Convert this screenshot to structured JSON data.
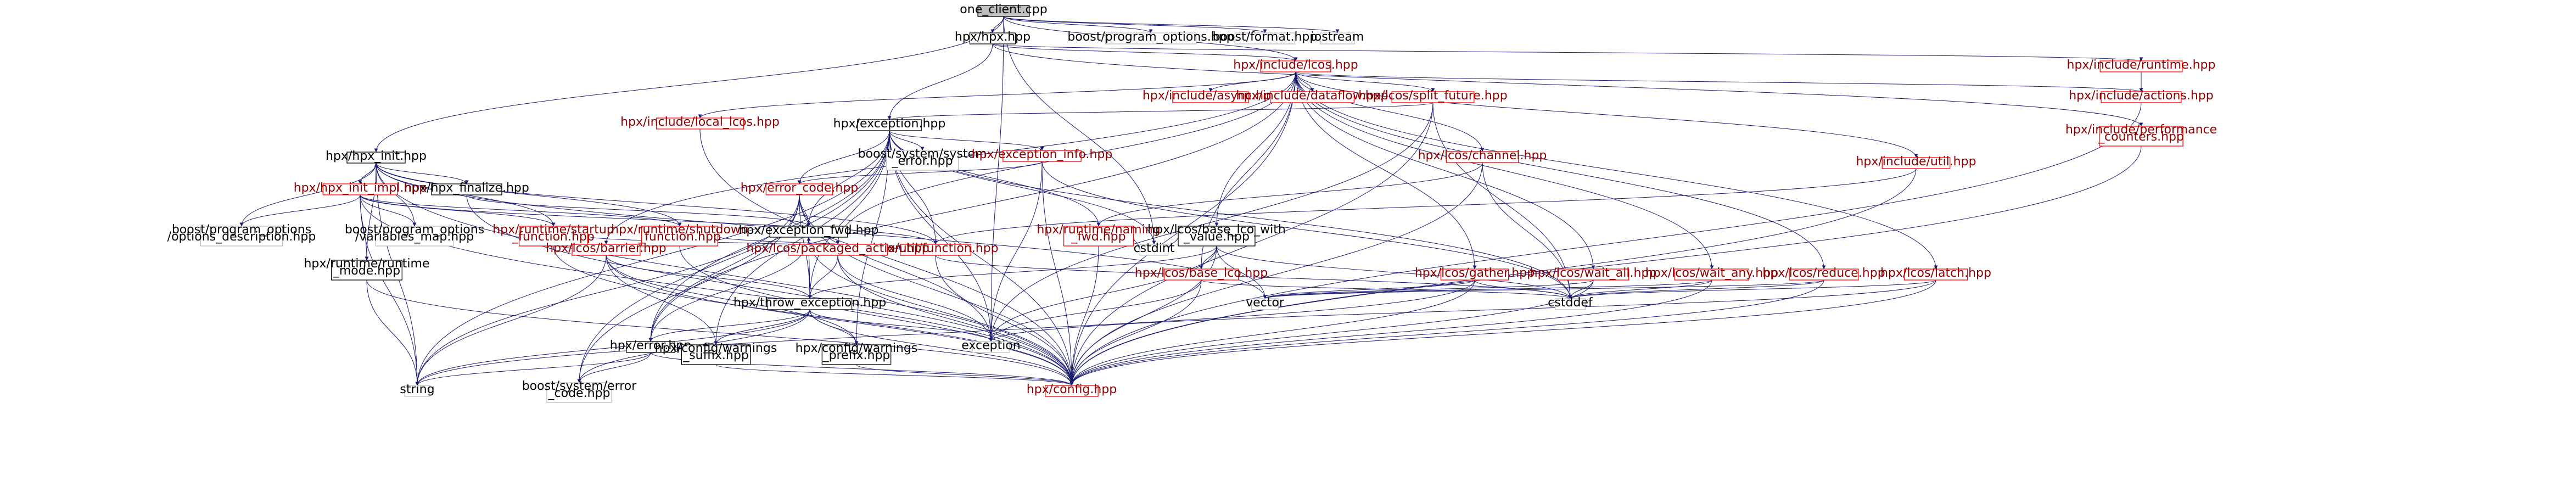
{
  "diagram": {
    "colors": {
      "edge": "#191970",
      "root_fill": "#bfbfbf",
      "root_stroke": "#000000",
      "normal_stroke": "#000000",
      "link_stroke": "#ff0000",
      "link_text": "#8b0000",
      "external_stroke": "#bfbfbf",
      "text": "#000000"
    },
    "nodes": [
      {
        "id": "root",
        "label": "one_client.cpp",
        "kind": "root"
      },
      {
        "id": "hpx_hpp",
        "label": "hpx/hpx.hpp",
        "kind": "normal"
      },
      {
        "id": "boost_po",
        "label": "boost/program_options.hpp",
        "kind": "external"
      },
      {
        "id": "boost_format",
        "label": "boost/format.hpp",
        "kind": "external"
      },
      {
        "id": "iostream",
        "label": "iostream",
        "kind": "external"
      },
      {
        "id": "lcos_hpp",
        "label": "hpx/include/lcos.hpp",
        "kind": "link"
      },
      {
        "id": "runtime_hpp",
        "label": "hpx/include/runtime.hpp",
        "kind": "link"
      },
      {
        "id": "async_hpp",
        "label": "hpx/include/async.hpp",
        "kind": "link"
      },
      {
        "id": "dataflow_hpp",
        "label": "hpx/include/dataflow.hpp",
        "kind": "link"
      },
      {
        "id": "split_future",
        "label": "hpx/lcos/split_future.hpp",
        "kind": "link"
      },
      {
        "id": "actions_hpp",
        "label": "hpx/include/actions.hpp",
        "kind": "link"
      },
      {
        "id": "perf_counters",
        "label": [
          "hpx/include/performance",
          "_counters.hpp"
        ],
        "kind": "link"
      },
      {
        "id": "local_lcos",
        "label": "hpx/include/local_lcos.hpp",
        "kind": "link"
      },
      {
        "id": "exception_hpp",
        "label": "hpx/exception.hpp",
        "kind": "normal"
      },
      {
        "id": "boost_syserr",
        "label": [
          "boost/system/system",
          "_error.hpp"
        ],
        "kind": "external"
      },
      {
        "id": "exception_info",
        "label": "hpx/exception_info.hpp",
        "kind": "link"
      },
      {
        "id": "channel_hpp",
        "label": "hpx/lcos/channel.hpp",
        "kind": "link"
      },
      {
        "id": "util_hpp",
        "label": "hpx/include/util.hpp",
        "kind": "link"
      },
      {
        "id": "hpx_init",
        "label": "hpx/hpx_init.hpp",
        "kind": "normal"
      },
      {
        "id": "hpx_finalize",
        "label": "hpx/hpx_finalize.hpp",
        "kind": "normal"
      },
      {
        "id": "hpx_init_impl",
        "label": "hpx/hpx_init_impl.hpp",
        "kind": "link"
      },
      {
        "id": "po_desc",
        "label": [
          "boost/program_options",
          "/options_description.hpp"
        ],
        "kind": "external"
      },
      {
        "id": "po_vars",
        "label": [
          "boost/program_options",
          "/variables_map.hpp"
        ],
        "kind": "external"
      },
      {
        "id": "startup_fn",
        "label": [
          "hpx/runtime/startup",
          "_function.hpp"
        ],
        "kind": "link"
      },
      {
        "id": "shutdown_fn",
        "label": [
          "hpx/runtime/shutdown",
          "_function.hpp"
        ],
        "kind": "link"
      },
      {
        "id": "runtime_mode",
        "label": [
          "hpx/runtime/runtime",
          "_mode.hpp"
        ],
        "kind": "normal"
      },
      {
        "id": "error_code",
        "label": "hpx/error_code.hpp",
        "kind": "link"
      },
      {
        "id": "exception_fwd",
        "label": "hpx/exception_fwd.hpp",
        "kind": "normal"
      },
      {
        "id": "naming_fwd",
        "label": [
          "hpx/runtime/naming",
          "_fwd.hpp"
        ],
        "kind": "link"
      },
      {
        "id": "base_lco_wv",
        "label": [
          "hpx/lcos/base_lco_with",
          "_value.hpp"
        ],
        "kind": "normal"
      },
      {
        "id": "cstdint",
        "label": "cstdint",
        "kind": "external"
      },
      {
        "id": "unique_fn",
        "label": "hpx/util/function.hpp",
        "kind": "link"
      },
      {
        "id": "barrier_hpp",
        "label": "hpx/lcos/barrier.hpp",
        "kind": "link"
      },
      {
        "id": "packaged_action",
        "label": "hpx/lcos/packaged_action.hpp",
        "kind": "link"
      },
      {
        "id": "base_lco",
        "label": "hpx/lcos/base_lco.hpp",
        "kind": "link"
      },
      {
        "id": "gather_hpp",
        "label": "hpx/lcos/gather.hpp",
        "kind": "link"
      },
      {
        "id": "wait_all",
        "label": "hpx/lcos/wait_all.hpp",
        "kind": "link"
      },
      {
        "id": "wait_any",
        "label": "hpx/lcos/wait_any.hpp",
        "kind": "link"
      },
      {
        "id": "reduce_hpp",
        "label": "hpx/lcos/reduce.hpp",
        "kind": "link"
      },
      {
        "id": "latch_hpp",
        "label": "hpx/lcos/latch.hpp",
        "kind": "link"
      },
      {
        "id": "throw_exception",
        "label": "hpx/throw_exception.hpp",
        "kind": "normal"
      },
      {
        "id": "vector",
        "label": "vector",
        "kind": "external"
      },
      {
        "id": "cstddef",
        "label": "cstddef",
        "kind": "external"
      },
      {
        "id": "error_hpp",
        "label": "hpx/error.hpp",
        "kind": "normal"
      },
      {
        "id": "warnings_suffix",
        "label": [
          "hpx/config/warnings",
          "_suffix.hpp"
        ],
        "kind": "normal"
      },
      {
        "id": "warnings_prefix",
        "label": [
          "hpx/config/warnings",
          "_prefix.hpp"
        ],
        "kind": "normal"
      },
      {
        "id": "exception_std",
        "label": "exception",
        "kind": "external"
      },
      {
        "id": "string",
        "label": "string",
        "kind": "external"
      },
      {
        "id": "boost_errcode",
        "label": [
          "boost/system/error",
          "_code.hpp"
        ],
        "kind": "external"
      },
      {
        "id": "config_hpp",
        "label": "hpx/config.hpp",
        "kind": "link"
      }
    ],
    "edges": [
      [
        "root",
        "hpx_hpp"
      ],
      [
        "root",
        "boost_po"
      ],
      [
        "root",
        "boost_format"
      ],
      [
        "root",
        "iostream"
      ],
      [
        "root",
        "hpx_init"
      ],
      [
        "root",
        "lcos_hpp"
      ],
      [
        "root",
        "exception_std"
      ],
      [
        "root",
        "cstdint"
      ],
      [
        "hpx_hpp",
        "lcos_hpp"
      ],
      [
        "hpx_hpp",
        "runtime_hpp"
      ],
      [
        "hpx_hpp",
        "exception_hpp"
      ],
      [
        "hpx_hpp",
        "perf_counters"
      ],
      [
        "lcos_hpp",
        "async_hpp"
      ],
      [
        "lcos_hpp",
        "dataflow_hpp"
      ],
      [
        "lcos_hpp",
        "split_future"
      ],
      [
        "lcos_hpp",
        "actions_hpp"
      ],
      [
        "lcos_hpp",
        "local_lcos"
      ],
      [
        "lcos_hpp",
        "channel_hpp"
      ],
      [
        "lcos_hpp",
        "util_hpp"
      ],
      [
        "lcos_hpp",
        "base_lco_wv"
      ],
      [
        "lcos_hpp",
        "base_lco"
      ],
      [
        "lcos_hpp",
        "barrier_hpp"
      ],
      [
        "lcos_hpp",
        "packaged_action"
      ],
      [
        "lcos_hpp",
        "gather_hpp"
      ],
      [
        "lcos_hpp",
        "wait_all"
      ],
      [
        "lcos_hpp",
        "wait_any"
      ],
      [
        "lcos_hpp",
        "reduce_hpp"
      ],
      [
        "lcos_hpp",
        "latch_hpp"
      ],
      [
        "lcos_hpp",
        "error_hpp"
      ],
      [
        "lcos_hpp",
        "config_hpp"
      ],
      [
        "runtime_hpp",
        "actions_hpp"
      ],
      [
        "actions_hpp",
        "config_hpp"
      ],
      [
        "perf_counters",
        "config_hpp"
      ],
      [
        "local_lcos",
        "config_hpp"
      ],
      [
        "util_hpp",
        "unique_fn"
      ],
      [
        "util_hpp",
        "config_hpp"
      ],
      [
        "split_future",
        "exception_hpp"
      ],
      [
        "split_future",
        "cstddef"
      ],
      [
        "split_future",
        "exception_std"
      ],
      [
        "split_future",
        "config_hpp"
      ],
      [
        "exception_hpp",
        "boost_syserr"
      ],
      [
        "exception_hpp",
        "exception_info"
      ],
      [
        "exception_hpp",
        "error_code"
      ],
      [
        "exception_hpp",
        "exception_fwd"
      ],
      [
        "exception_hpp",
        "throw_exception"
      ],
      [
        "exception_hpp",
        "naming_fwd"
      ],
      [
        "exception_hpp",
        "cstdint"
      ],
      [
        "exception_hpp",
        "cstddef"
      ],
      [
        "exception_hpp",
        "exception_std"
      ],
      [
        "exception_hpp",
        "string"
      ],
      [
        "exception_hpp",
        "error_hpp"
      ],
      [
        "exception_hpp",
        "warnings_prefix"
      ],
      [
        "exception_hpp",
        "warnings_suffix"
      ],
      [
        "exception_hpp",
        "boost_errcode"
      ],
      [
        "exception_hpp",
        "config_hpp"
      ],
      [
        "exception_hpp",
        "unique_fn"
      ],
      [
        "exception_info",
        "error_code"
      ],
      [
        "exception_info",
        "exception_std"
      ],
      [
        "exception_info",
        "cstddef"
      ],
      [
        "exception_info",
        "config_hpp"
      ],
      [
        "channel_hpp",
        "naming_fwd"
      ],
      [
        "channel_hpp",
        "cstddef"
      ],
      [
        "channel_hpp",
        "config_hpp"
      ],
      [
        "hpx_init",
        "hpx_finalize"
      ],
      [
        "hpx_init",
        "hpx_init_impl"
      ],
      [
        "hpx_init",
        "po_desc"
      ],
      [
        "hpx_init",
        "po_vars"
      ],
      [
        "hpx_init",
        "startup_fn"
      ],
      [
        "hpx_init",
        "shutdown_fn"
      ],
      [
        "hpx_init",
        "runtime_mode"
      ],
      [
        "hpx_init",
        "string"
      ],
      [
        "hpx_init",
        "vector"
      ],
      [
        "hpx_init",
        "unique_fn"
      ],
      [
        "hpx_init",
        "config_hpp"
      ],
      [
        "hpx_finalize",
        "exception_fwd"
      ],
      [
        "hpx_finalize",
        "config_hpp"
      ],
      [
        "hpx_init_impl",
        "hpx_init"
      ],
      [
        "hpx_init_impl",
        "po_desc"
      ],
      [
        "hpx_init_impl",
        "po_vars"
      ],
      [
        "hpx_init_impl",
        "startup_fn"
      ],
      [
        "hpx_init_impl",
        "shutdown_fn"
      ],
      [
        "hpx_init_impl",
        "runtime_mode"
      ],
      [
        "hpx_init_impl",
        "string"
      ],
      [
        "hpx_init_impl",
        "unique_fn"
      ],
      [
        "hpx_init_impl",
        "config_hpp"
      ],
      [
        "startup_fn",
        "unique_fn"
      ],
      [
        "startup_fn",
        "config_hpp"
      ],
      [
        "shutdown_fn",
        "unique_fn"
      ],
      [
        "shutdown_fn",
        "config_hpp"
      ],
      [
        "runtime_mode",
        "string"
      ],
      [
        "runtime_mode",
        "config_hpp"
      ],
      [
        "error_code",
        "exception_fwd"
      ],
      [
        "error_code",
        "throw_exception"
      ],
      [
        "error_code",
        "error_hpp"
      ],
      [
        "error_code",
        "boost_errcode"
      ],
      [
        "error_code",
        "exception_std"
      ],
      [
        "error_code",
        "string"
      ],
      [
        "error_code",
        "config_hpp"
      ],
      [
        "exception_fwd",
        "throw_exception"
      ],
      [
        "exception_fwd",
        "error_hpp"
      ],
      [
        "exception_fwd",
        "config_hpp"
      ],
      [
        "naming_fwd",
        "cstdint"
      ],
      [
        "naming_fwd",
        "config_hpp"
      ],
      [
        "base_lco_wv",
        "base_lco"
      ],
      [
        "base_lco_wv",
        "throw_exception"
      ],
      [
        "base_lco_wv",
        "cstdint"
      ],
      [
        "base_lco_wv",
        "cstddef"
      ],
      [
        "base_lco_wv",
        "vector"
      ],
      [
        "base_lco_wv",
        "exception_std"
      ],
      [
        "base_lco_wv",
        "config_hpp"
      ],
      [
        "unique_fn",
        "cstddef"
      ],
      [
        "unique_fn",
        "config_hpp"
      ],
      [
        "barrier_hpp",
        "throw_exception"
      ],
      [
        "barrier_hpp",
        "warnings_prefix"
      ],
      [
        "barrier_hpp",
        "warnings_suffix"
      ],
      [
        "barrier_hpp",
        "string"
      ],
      [
        "barrier_hpp",
        "config_hpp"
      ],
      [
        "packaged_action",
        "throw_exception"
      ],
      [
        "packaged_action",
        "exception_std"
      ],
      [
        "packaged_action",
        "config_hpp"
      ],
      [
        "base_lco",
        "exception_std"
      ],
      [
        "base_lco",
        "cstddef"
      ],
      [
        "base_lco",
        "config_hpp"
      ],
      [
        "gather_hpp",
        "cstddef"
      ],
      [
        "gather_hpp",
        "vector"
      ],
      [
        "gather_hpp",
        "string"
      ],
      [
        "gather_hpp",
        "config_hpp"
      ],
      [
        "wait_all",
        "cstddef"
      ],
      [
        "wait_all",
        "vector"
      ],
      [
        "wait_all",
        "config_hpp"
      ],
      [
        "wait_any",
        "cstddef"
      ],
      [
        "wait_any",
        "vector"
      ],
      [
        "wait_any",
        "config_hpp"
      ],
      [
        "reduce_hpp",
        "cstddef"
      ],
      [
        "reduce_hpp",
        "vector"
      ],
      [
        "reduce_hpp",
        "config_hpp"
      ],
      [
        "latch_hpp",
        "cstddef"
      ],
      [
        "latch_hpp",
        "exception_std"
      ],
      [
        "latch_hpp",
        "config_hpp"
      ],
      [
        "throw_exception",
        "exception_fwd"
      ],
      [
        "throw_exception",
        "error_hpp"
      ],
      [
        "throw_exception",
        "warnings_prefix"
      ],
      [
        "throw_exception",
        "warnings_suffix"
      ],
      [
        "throw_exception",
        "exception_std"
      ],
      [
        "throw_exception",
        "string"
      ],
      [
        "throw_exception",
        "boost_errcode"
      ],
      [
        "throw_exception",
        "config_hpp"
      ],
      [
        "error_hpp",
        "string"
      ],
      [
        "error_hpp",
        "boost_errcode"
      ],
      [
        "error_hpp",
        "config_hpp"
      ],
      [
        "warnings_suffix",
        "config_hpp"
      ],
      [
        "warnings_prefix",
        "config_hpp"
      ]
    ]
  }
}
